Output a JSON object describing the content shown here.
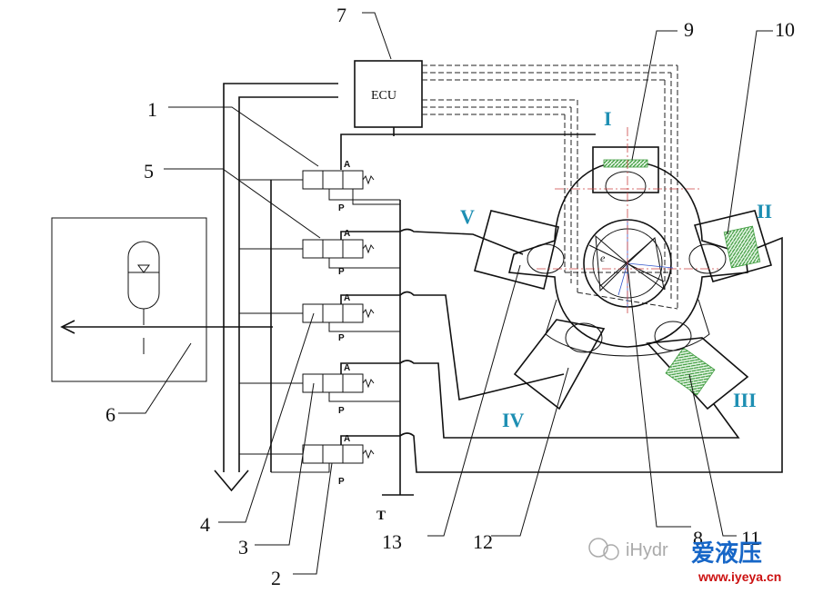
{
  "controller": {
    "label": "ECU"
  },
  "callouts": [
    "1",
    "2",
    "3",
    "4",
    "5",
    "6",
    "7",
    "8",
    "9",
    "10",
    "11",
    "12",
    "13"
  ],
  "cylinders": [
    "I",
    "II",
    "III",
    "IV",
    "V"
  ],
  "valve_ports": {
    "a": "A",
    "p": "P",
    "t": "T"
  },
  "watermark": {
    "text": "iHydr",
    "brand": "爱液压",
    "url": "www.iyeya.cn"
  },
  "colors": {
    "roman": "#1e8fb3",
    "hatch": "#3a9a3a",
    "brand": "#1666c7",
    "url": "#cc1111"
  }
}
